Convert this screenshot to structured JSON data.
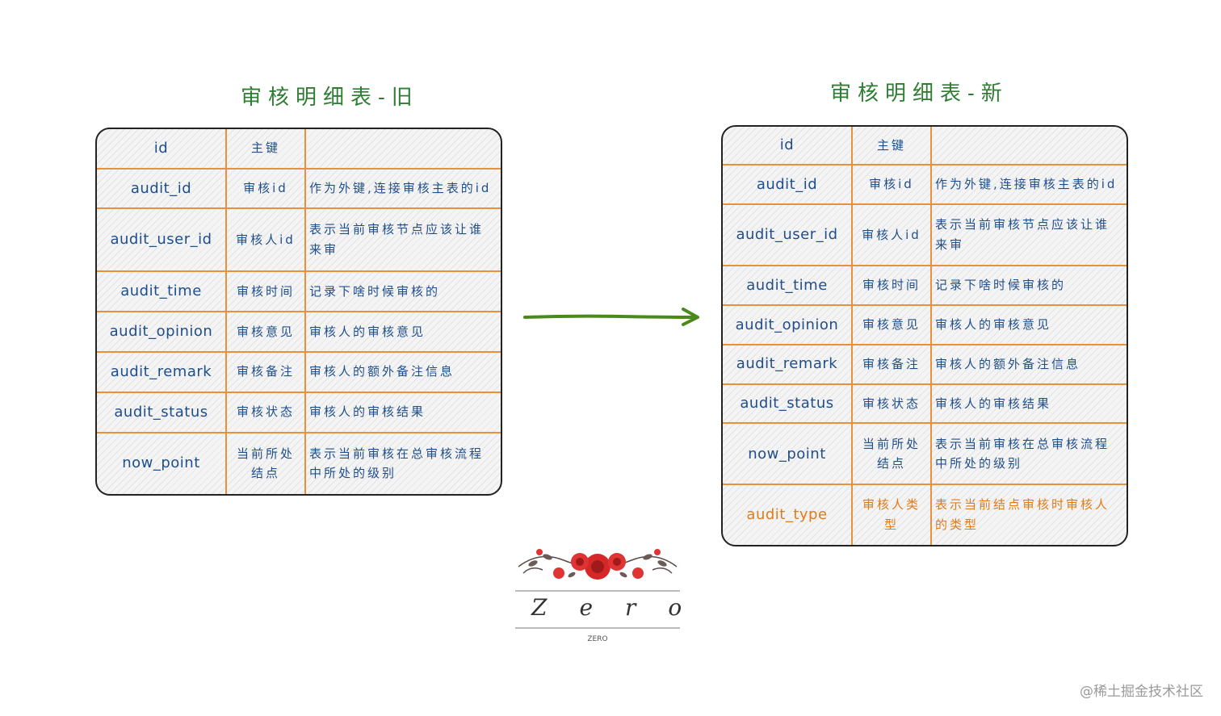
{
  "left_table": {
    "title": "审核明细表-旧",
    "rows": [
      {
        "field": "id",
        "key": "主键",
        "desc": ""
      },
      {
        "field": "audit_id",
        "key": "审核id",
        "desc": "作为外键,连接审核主表的id"
      },
      {
        "field": "audit_user_id",
        "key": "审核人id",
        "desc": "表示当前审核节点应该让谁来审"
      },
      {
        "field": "audit_time",
        "key": "审核时间",
        "desc": "记录下啥时候审核的"
      },
      {
        "field": "audit_opinion",
        "key": "审核意见",
        "desc": "审核人的审核意见"
      },
      {
        "field": "audit_remark",
        "key": "审核备注",
        "desc": "审核人的额外备注信息"
      },
      {
        "field": "audit_status",
        "key": "审核状态",
        "desc": "审核人的审核结果"
      },
      {
        "field": "now_point",
        "key": "当前所处结点",
        "desc": "表示当前审核在总审核流程中所处的级别"
      }
    ]
  },
  "right_table": {
    "title": "审核明细表-新",
    "rows": [
      {
        "field": "id",
        "key": "主键",
        "desc": ""
      },
      {
        "field": "audit_id",
        "key": "审核id",
        "desc": "作为外键,连接审核主表的id"
      },
      {
        "field": "audit_user_id",
        "key": "审核人id",
        "desc": "表示当前审核节点应该让谁来审"
      },
      {
        "field": "audit_time",
        "key": "审核时间",
        "desc": "记录下啥时候审核的"
      },
      {
        "field": "audit_opinion",
        "key": "审核意见",
        "desc": "审核人的审核意见"
      },
      {
        "field": "audit_remark",
        "key": "审核备注",
        "desc": "审核人的额外备注信息"
      },
      {
        "field": "audit_status",
        "key": "审核状态",
        "desc": "审核人的审核结果"
      },
      {
        "field": "now_point",
        "key": "当前所处结点",
        "desc": "表示当前审核在总审核流程中所处的级别"
      },
      {
        "field": "audit_type",
        "key": "审核人类型",
        "desc": "表示当前结点审核时审核人的类型"
      }
    ]
  },
  "logo": {
    "text": "Zero",
    "subtext": "ZERO"
  },
  "watermark": "@稀土掘金技术社区",
  "colors": {
    "title": "#2e7d32",
    "text": "#1f4e8c",
    "grid": "#e8913a",
    "highlight": "#e07b16",
    "arrow": "#4a8a1c"
  }
}
